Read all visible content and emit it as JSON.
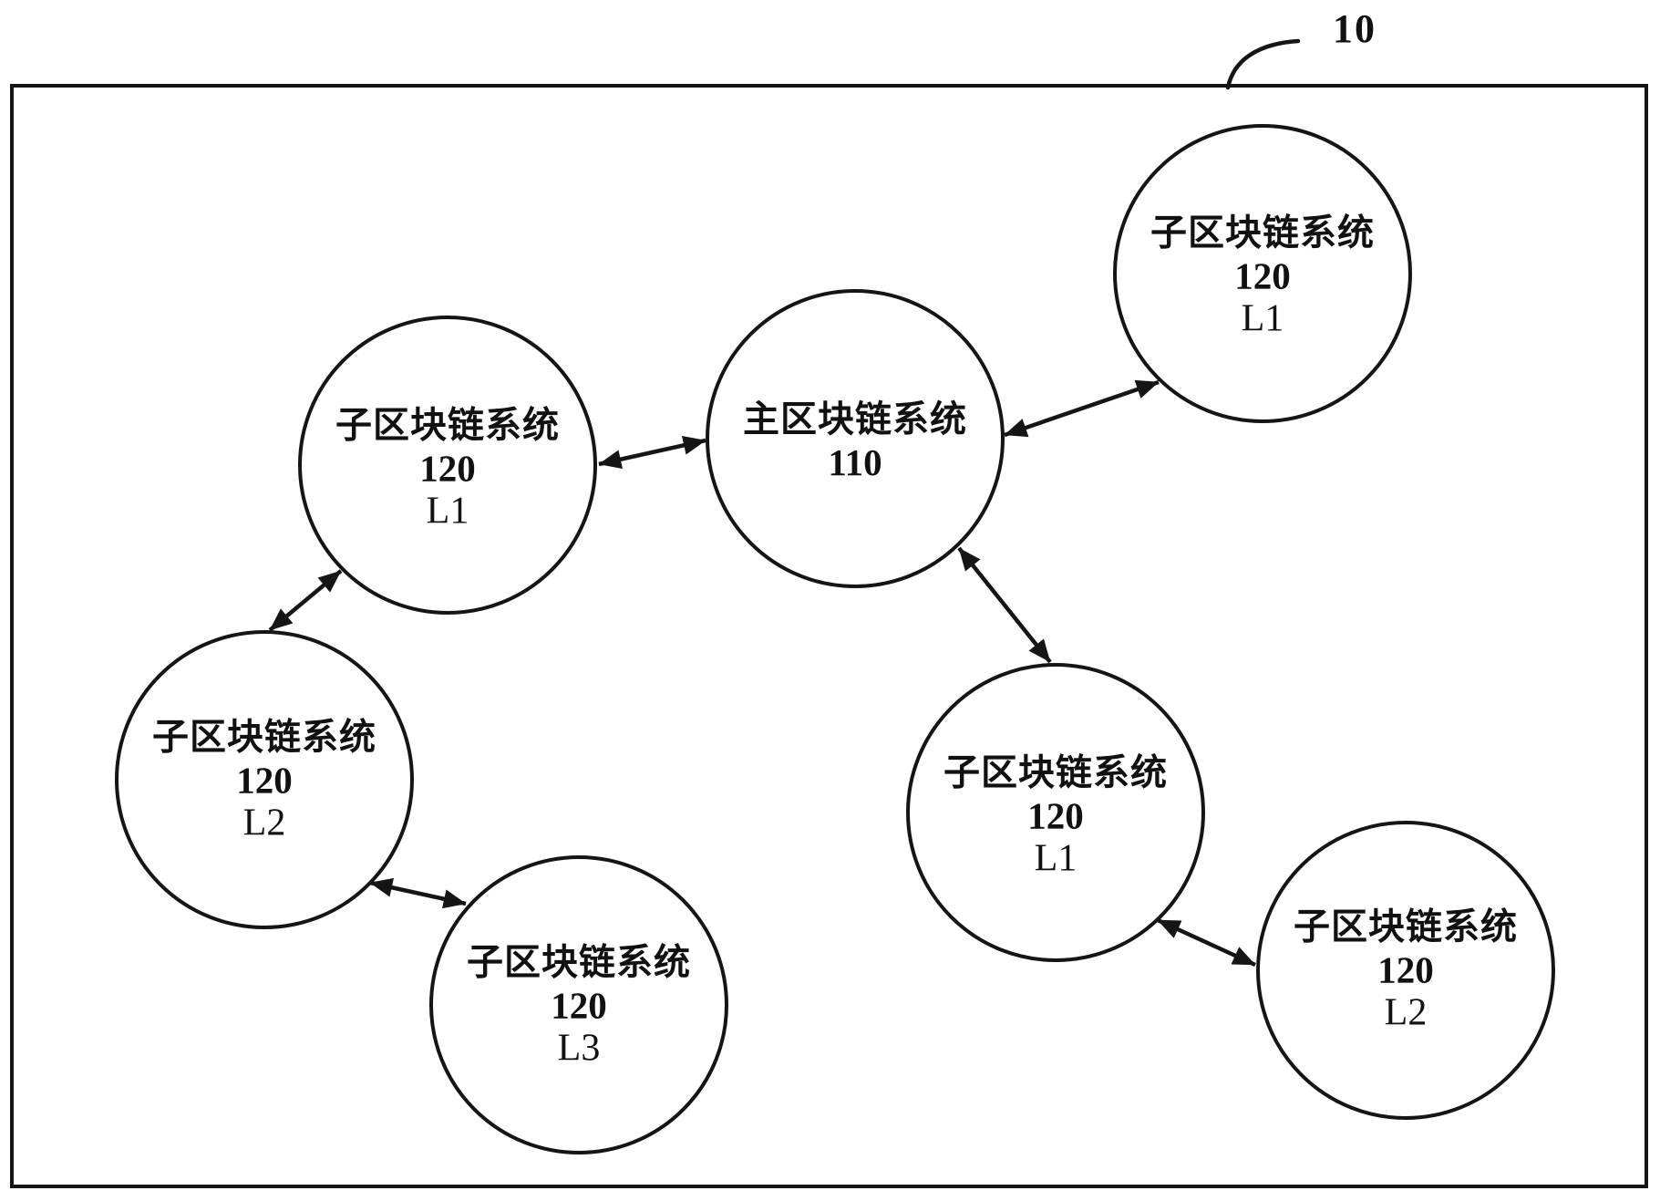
{
  "figure": {
    "reference_label": "10"
  },
  "colors": {
    "stroke": "#151515",
    "background": "#ffffff"
  },
  "nodes": [
    {
      "id": "sub-top-right",
      "title": "子区块链系统",
      "ref": "120",
      "layer": "L1"
    },
    {
      "id": "main-center",
      "title": "主区块链系统",
      "ref": "110"
    },
    {
      "id": "sub-left",
      "title": "子区块链系统",
      "ref": "120",
      "layer": "L1"
    },
    {
      "id": "sub-lower-left",
      "title": "子区块链系统",
      "ref": "120",
      "layer": "L2"
    },
    {
      "id": "sub-bottom",
      "title": "子区块链系统",
      "ref": "120",
      "layer": "L3"
    },
    {
      "id": "sub-right",
      "title": "子区块链系统",
      "ref": "120",
      "layer": "L1"
    },
    {
      "id": "sub-bottom-right",
      "title": "子区块链系统",
      "ref": "120",
      "layer": "L2"
    }
  ],
  "edges": [
    {
      "from": "main-center",
      "to": "sub-left",
      "type": "bidirectional"
    },
    {
      "from": "main-center",
      "to": "sub-top-right",
      "type": "bidirectional"
    },
    {
      "from": "main-center",
      "to": "sub-right",
      "type": "bidirectional"
    },
    {
      "from": "sub-left",
      "to": "sub-lower-left",
      "type": "bidirectional"
    },
    {
      "from": "sub-lower-left",
      "to": "sub-bottom",
      "type": "bidirectional"
    },
    {
      "from": "sub-right",
      "to": "sub-bottom-right",
      "type": "bidirectional"
    }
  ]
}
